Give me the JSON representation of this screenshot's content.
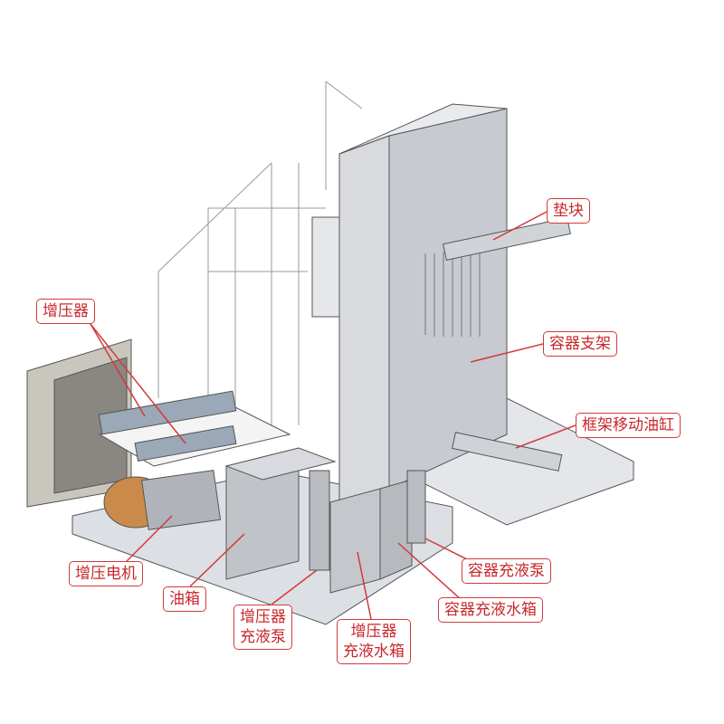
{
  "labels": {
    "spacer_block": "垫块",
    "container_bracket": "容器支架",
    "frame_move_cylinder": "框架移动油缸",
    "booster": "增压器",
    "booster_motor": "增压电机",
    "oil_tank": "油箱",
    "booster_fill_pump_l1": "增压器",
    "booster_fill_pump_l2": "充液泵",
    "booster_fill_tank_l1": "增压器",
    "booster_fill_tank_l2": "充液水箱",
    "container_fill_pump": "容器充液泵",
    "container_fill_tank": "容器充液水箱"
  },
  "colors": {
    "label_red": "#c8282c",
    "metal": "#c9ccd2"
  }
}
